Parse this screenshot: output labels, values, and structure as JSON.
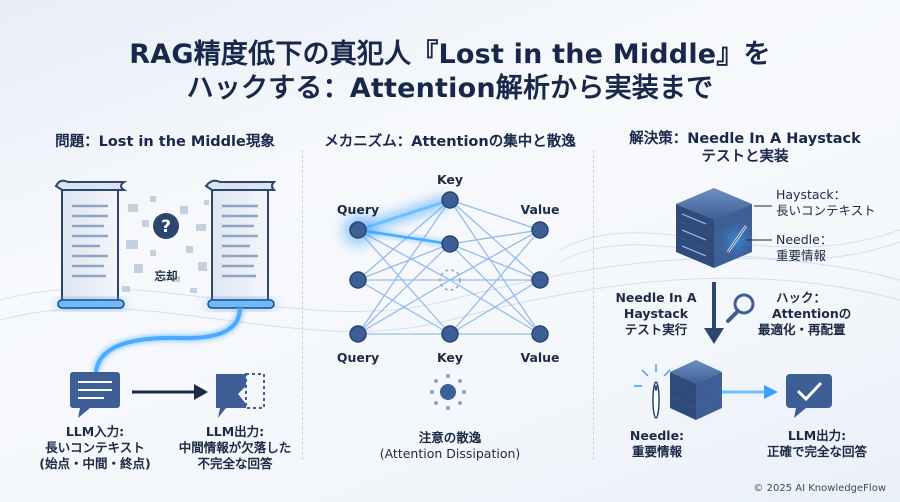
{
  "title": {
    "line1": "RAG精度低下の真犯人『Lost in the Middle』を",
    "line2": "ハックする：Attention解析から実装まで"
  },
  "panel1": {
    "heading": "問題：Lost in the Middle現象",
    "forget_label": "忘却",
    "question_mark": "?",
    "input_label": [
      "LLM入力:",
      "長いコンテキスト",
      "(始点・中間・終点)"
    ],
    "output_label": [
      "LLM出力:",
      "中間情報が欠落した",
      "不完全な回答"
    ]
  },
  "panel2": {
    "heading": "メカニズム：Attentionの集中と散逸",
    "node_labels": {
      "key_top": "Key",
      "query_top": "Query",
      "value_top": "Value",
      "query_bottom": "Query",
      "key_bottom": "Key",
      "value_bottom": "Value"
    },
    "dissipation_label": [
      "注意の散逸",
      "(Attention Dissipation)"
    ]
  },
  "panel3": {
    "heading": [
      "解決策：Needle In A Haystack",
      "テストと実装"
    ],
    "haystack_label": [
      "Haystack：",
      "長いコンテキスト"
    ],
    "needle_label": [
      "Needle：",
      "重要情報"
    ],
    "test_label": [
      "Needle In A",
      "Haystack",
      "テスト実行"
    ],
    "hack_label": [
      "ハック：",
      "Attentionの",
      "最適化・再配置"
    ],
    "needle_bottom_label": [
      "Needle:",
      "重要情報"
    ],
    "output_label": [
      "LLM出力:",
      "正確で完全な回答"
    ]
  },
  "colors": {
    "navy": "#17284a",
    "node_blue": "#3d5f95",
    "glow_blue": "#3aa0ff",
    "server_blue": "#4a6ea8"
  },
  "footer": {
    "copyright": "© 2025 AI KnowledgeFlow"
  }
}
